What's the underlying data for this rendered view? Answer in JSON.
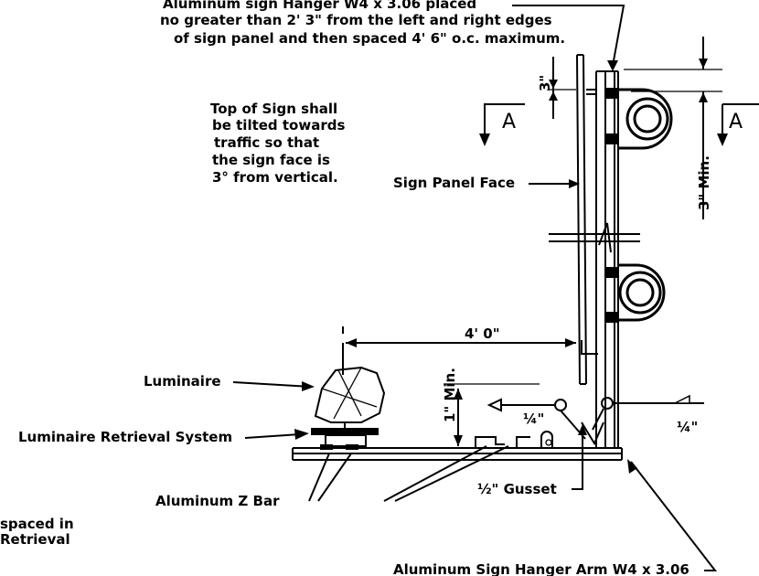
{
  "notes": {
    "hanger_line1": "Aluminum  sign Hanger W4  x 3.06 placed",
    "hanger_line2": "no greater than 2' 3\"  from  the left and right edges",
    "hanger_line3": "of sign panel and then spaced 4' 6\" o.c. maximum.",
    "tilt_line1": "Top  of Sign shall",
    "tilt_line2": "be tilted towards",
    "tilt_line3": "traffic   so that",
    "tilt_line4": "the sign face is",
    "tilt_line5": "3°   from  vertical.",
    "partial_line1": "spaced in",
    "partial_line2": "Retrieval"
  },
  "labels": {
    "sign_panel_face": "Sign Panel Face",
    "luminaire": "Luminaire",
    "retrieval_system": "Luminaire  Retrieval System",
    "z_bar": "Aluminum  Z Bar",
    "gusset": "½\"  Gusset",
    "hanger_arm": "Aluminum  Sign Hanger Arm  W4  x  3.06"
  },
  "dimensions": {
    "top_clearance": "3\"",
    "side_min": "3\" Min.",
    "horizontal": "4' 0\"",
    "vertical_min": "1\" Min.",
    "weld_left": "¼\"",
    "weld_right": "¼\""
  },
  "section_marks": {
    "left": "A",
    "right": "A"
  }
}
